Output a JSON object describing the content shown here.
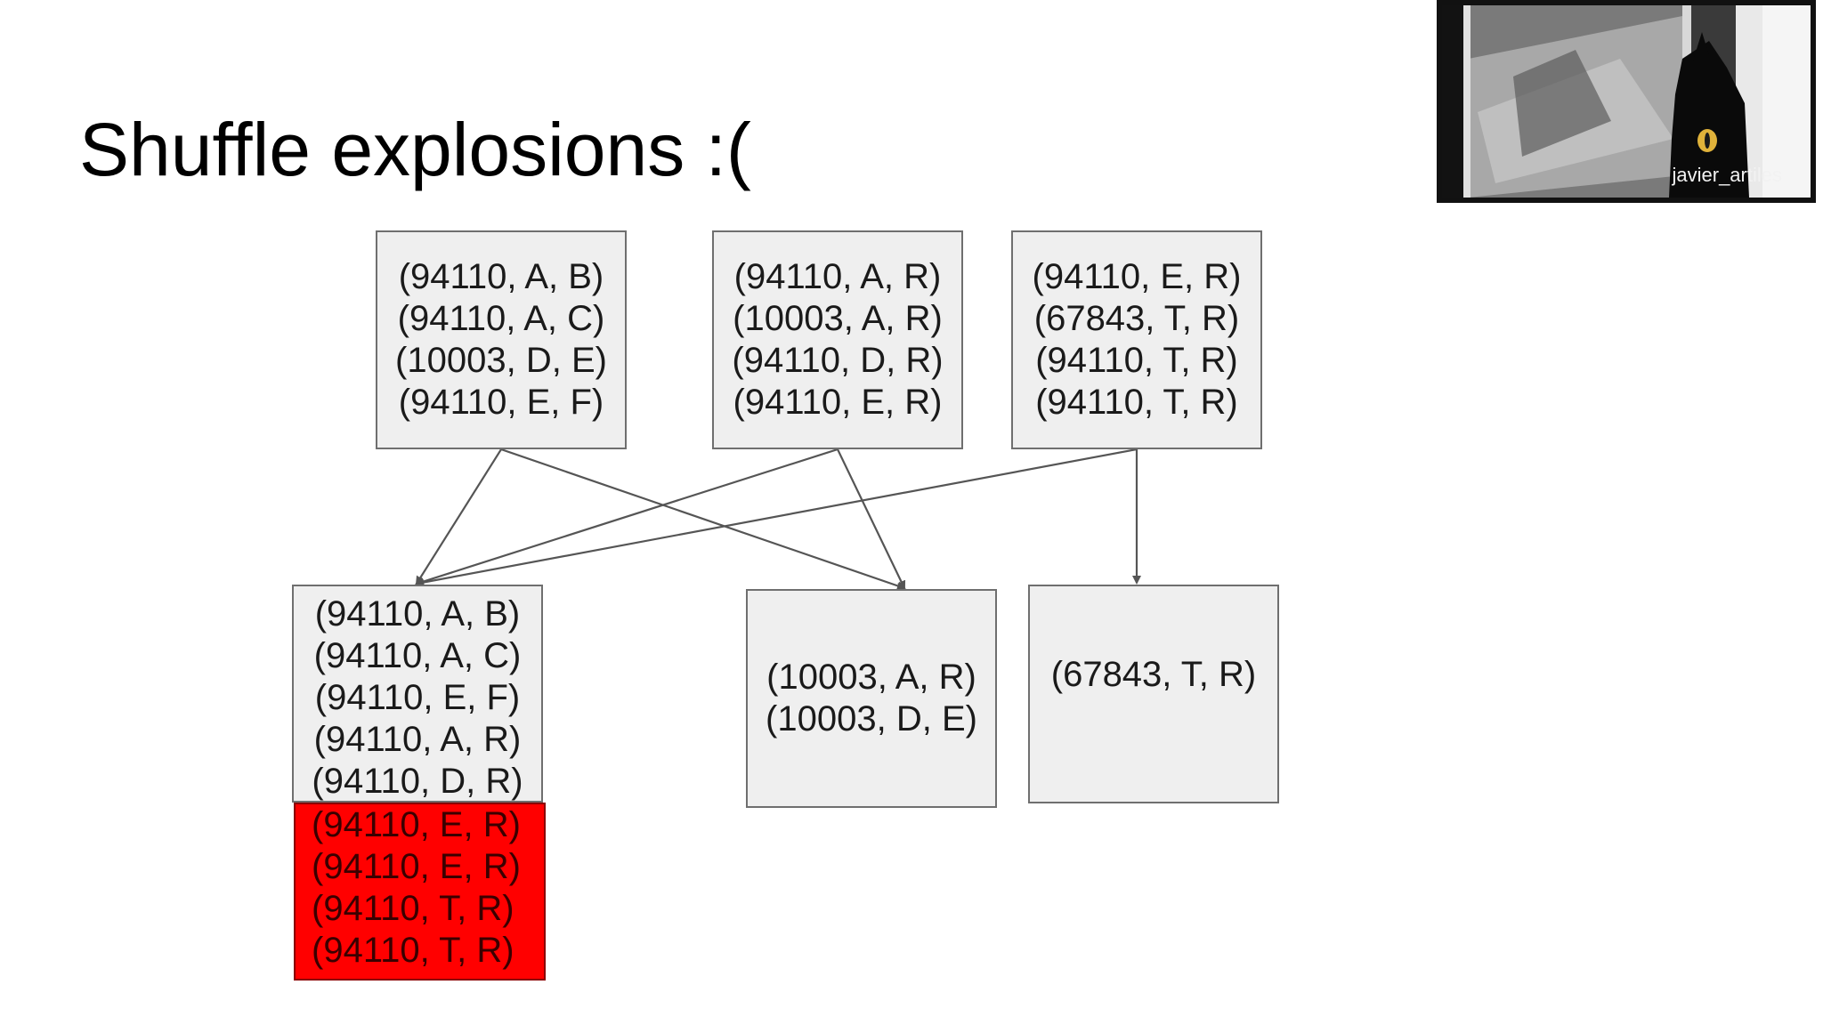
{
  "slide": {
    "title": "Shuffle explosions :("
  },
  "diagram": {
    "source_partitions": [
      {
        "lines": [
          "(94110, A, B)",
          "(94110, A, C)",
          "(10003, D, E)",
          "(94110, E, F)"
        ]
      },
      {
        "lines": [
          "(94110, A, R)",
          "(10003, A, R)",
          "(94110, D, R)",
          "(94110, E, R)"
        ]
      },
      {
        "lines": [
          "(94110, E, R)",
          "(67843, T, R)",
          "(94110, T, R)",
          "(94110, T, R)"
        ]
      }
    ],
    "target_partitions": [
      {
        "lines": [
          "(94110, A, B)",
          "(94110, A, C)",
          "(94110, E, F)",
          "(94110, A, R)",
          "(94110, D, R)"
        ]
      },
      {
        "lines": [
          "(10003, A, R)",
          "(10003, D, E)"
        ]
      },
      {
        "lines": [
          "(67843, T, R)"
        ]
      }
    ],
    "overflow": {
      "lines": [
        "(94110, E, R)",
        "(94110, E, R)",
        "(94110, T, R)",
        "(94110, T, R)"
      ],
      "color": "#ff0000"
    },
    "edges": [
      {
        "from": 0,
        "to": 0
      },
      {
        "from": 0,
        "to": 1
      },
      {
        "from": 1,
        "to": 0
      },
      {
        "from": 1,
        "to": 1
      },
      {
        "from": 2,
        "to": 0
      },
      {
        "from": 2,
        "to": 2
      }
    ]
  },
  "photo": {
    "credit": "javier_artiles"
  },
  "colors": {
    "box_fill": "#efefef",
    "box_border": "#6f6f6f",
    "arrow": "#555555",
    "overflow_fill": "#ff0000"
  }
}
